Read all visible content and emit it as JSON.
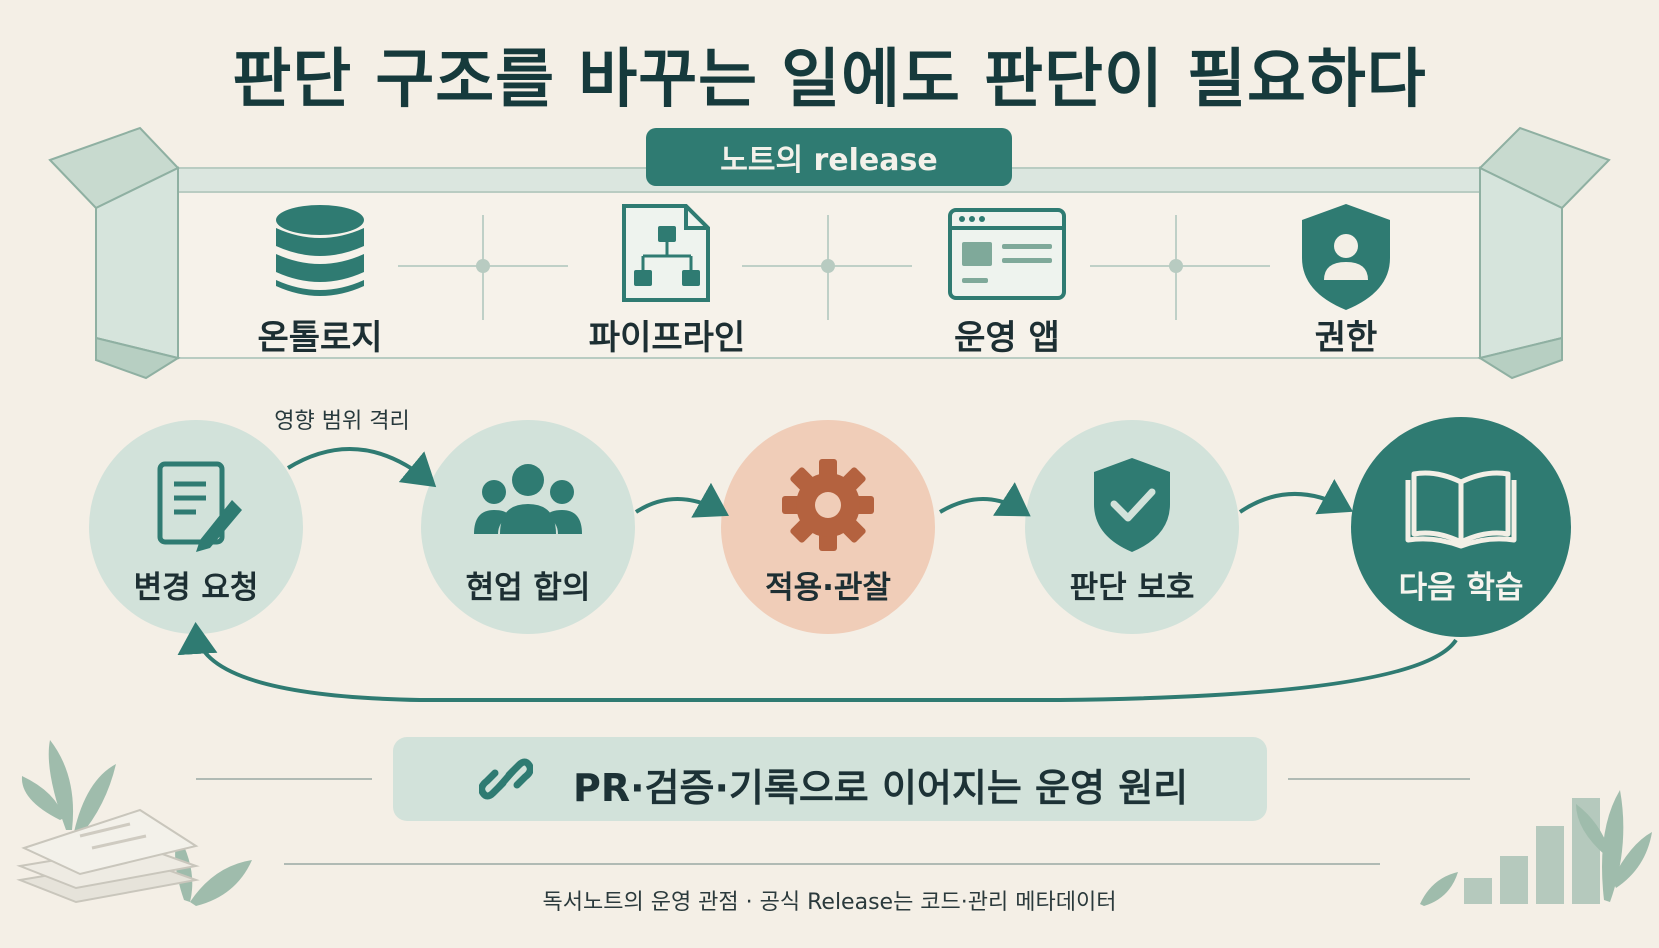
{
  "title": "판단 구조를 바꾸는 일에도 판단이 필요하다",
  "release_badge": "노트의 release",
  "systems": [
    {
      "label": "온톨로지",
      "icon": "database-icon"
    },
    {
      "label": "파이프라인",
      "icon": "pipeline-document-icon"
    },
    {
      "label": "운영 앱",
      "icon": "app-window-icon"
    },
    {
      "label": "권한",
      "icon": "shield-user-icon"
    }
  ],
  "flow_note": "영향 범위 격리",
  "steps": [
    {
      "label": "변경 요청",
      "icon": "document-pen-icon"
    },
    {
      "label": "현업 합의",
      "icon": "people-icon"
    },
    {
      "label": "적용·관찰",
      "icon": "gear-icon"
    },
    {
      "label": "판단 보호",
      "icon": "shield-check-icon"
    },
    {
      "label": "다음 학습",
      "icon": "open-book-icon"
    }
  ],
  "principle": {
    "text": "PR·검증·기록으로 이어지는 운영 원리",
    "icon": "chain-link-icon"
  },
  "footer": "독서노트의 운영 관점 · 공식 Release는 코드·관리 메타데이터",
  "colors": {
    "background": "#f4efe6",
    "teal": "#2f7b72",
    "pale_teal": "#d2e2da",
    "accent_orange": "#b4623f",
    "accent_peach": "#f0cdb8"
  }
}
